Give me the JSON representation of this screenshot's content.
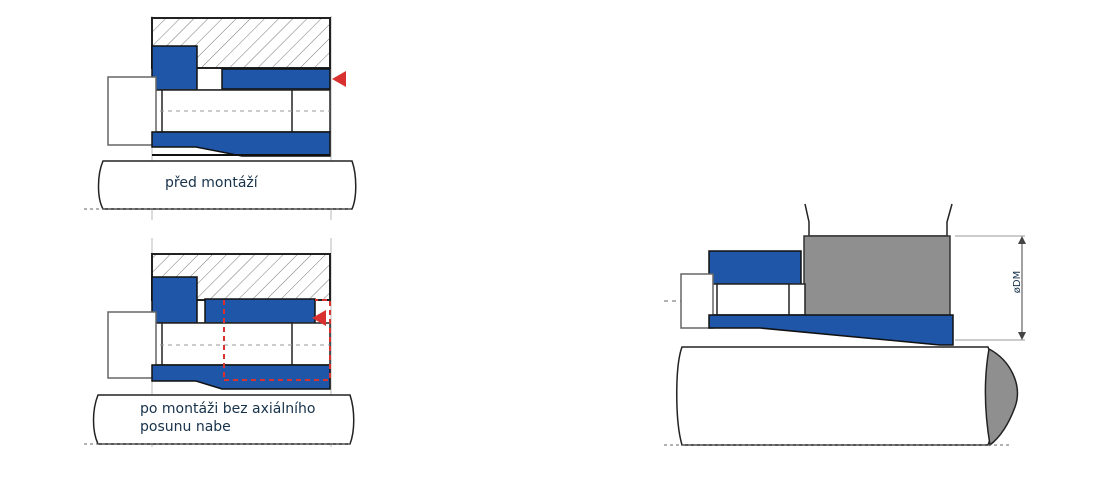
{
  "labels": {
    "before_mounting": "před montáží",
    "after_mounting_line_1": "po montáži bez axiálního",
    "after_mounting_line_2": "posunu nabe",
    "diameter": "øDM"
  },
  "colors": {
    "blue": "#1f56a8",
    "dark_outline": "#1a1a1a",
    "red": "#d8312f",
    "gray_fill": "#8f8f8f",
    "light_gray": "#d7d7d7"
  }
}
